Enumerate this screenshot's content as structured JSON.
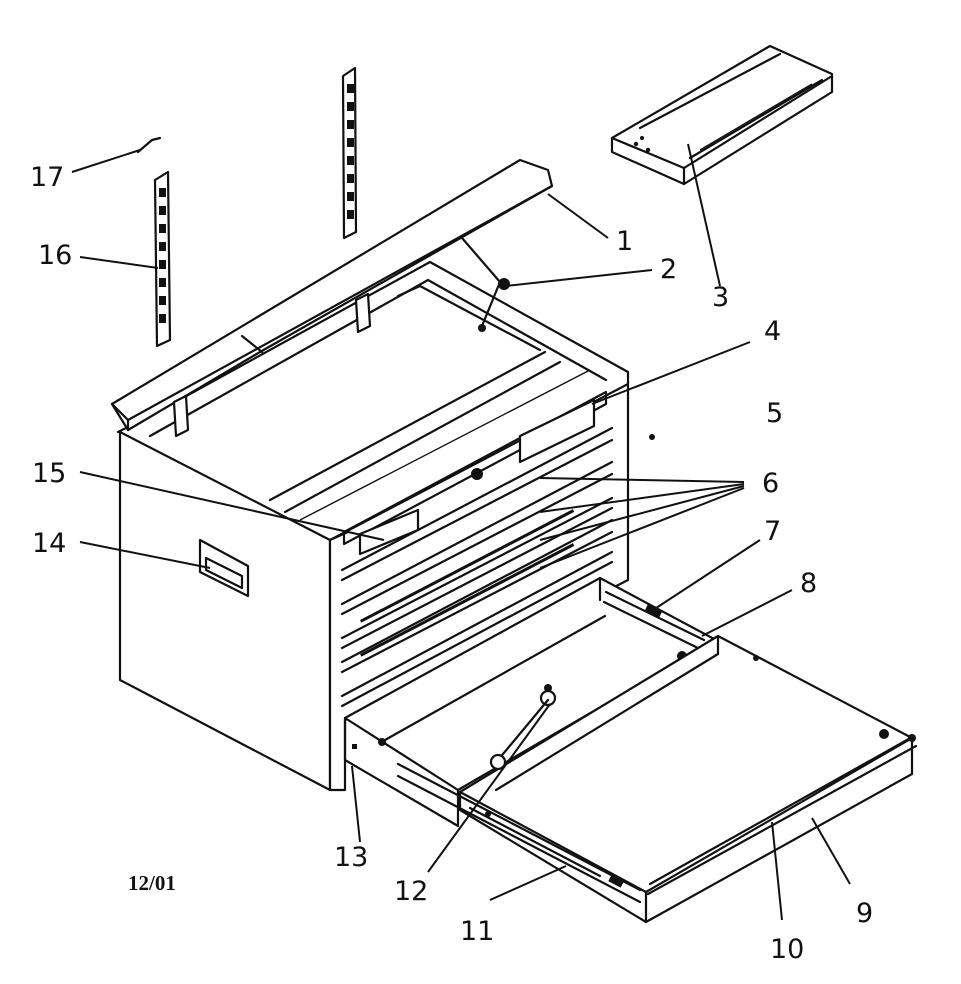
{
  "callouts": {
    "c1": "1",
    "c2": "2",
    "c3": "3",
    "c4": "4",
    "c5": "5",
    "c6": "6",
    "c7": "7",
    "c8": "8",
    "c9": "9",
    "c10": "10",
    "c11": "11",
    "c12": "12",
    "c13": "13",
    "c14": "14",
    "c15": "15",
    "c16": "16",
    "c17": "17"
  },
  "date_code": "12/01",
  "colors": {
    "ink": "#111111",
    "paper": "#ffffff"
  }
}
